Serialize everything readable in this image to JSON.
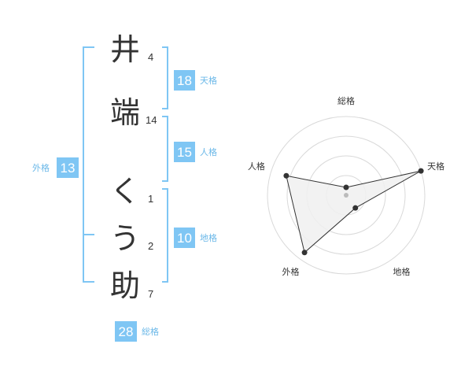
{
  "name_chars": [
    {
      "char": "井",
      "strokes": "4"
    },
    {
      "char": "端",
      "strokes": "14"
    },
    {
      "char": "く",
      "strokes": "1"
    },
    {
      "char": "う",
      "strokes": "2"
    },
    {
      "char": "助",
      "strokes": "7"
    }
  ],
  "kaku": {
    "tenkaku": {
      "label": "天格",
      "value": "18"
    },
    "jinkaku": {
      "label": "人格",
      "value": "15"
    },
    "chikaku": {
      "label": "地格",
      "value": "10"
    },
    "gaikaku": {
      "label": "外格",
      "value": "13"
    },
    "soukaku": {
      "label": "総格",
      "value": "28"
    }
  },
  "chart_data": {
    "type": "radar",
    "axes": [
      "総格",
      "天格",
      "地格",
      "外格",
      "人格"
    ],
    "values": [
      0.1,
      1.0,
      0.2,
      0.9,
      0.8
    ],
    "rings": 4,
    "colors": {
      "fill": "#f0f0f0",
      "line": "#333333",
      "ring": "#d9d9d9",
      "center": "#bbbbbb"
    }
  }
}
